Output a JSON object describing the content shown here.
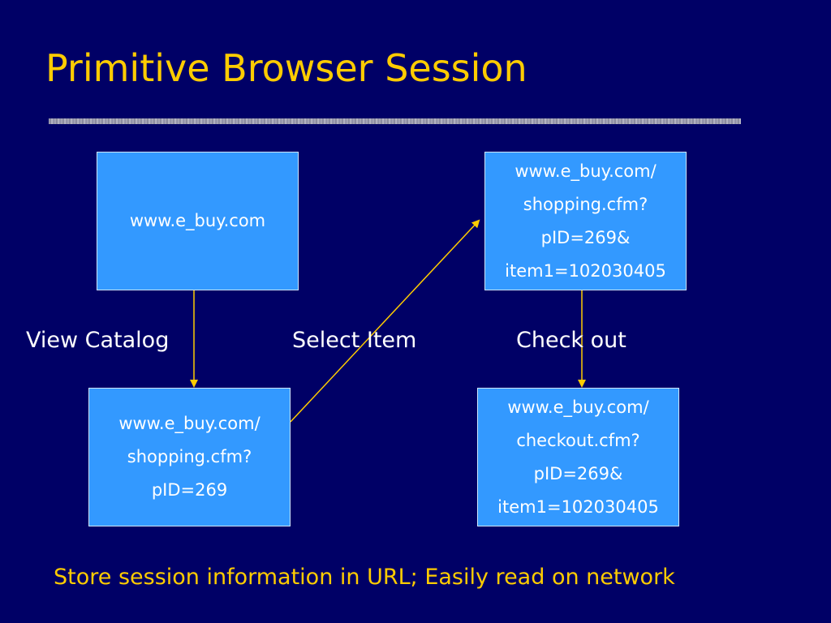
{
  "title": "Primitive Browser Session",
  "nodes": {
    "home": {
      "lines": [
        "www.e_buy.com"
      ]
    },
    "catalog": {
      "lines": [
        "www.e_buy.com/",
        "shopping.cfm?",
        "pID=269"
      ]
    },
    "item": {
      "lines": [
        "www.e_buy.com/",
        "shopping.cfm?",
        "pID=269&",
        "item1=102030405"
      ]
    },
    "checkout": {
      "lines": [
        "www.e_buy.com/",
        "checkout.cfm?",
        "pID=269&",
        "item1=102030405"
      ]
    }
  },
  "steps": {
    "view": "View Catalog",
    "select": "Select Item",
    "check": "Check out"
  },
  "footer": "Store session information in URL; Easily read on network",
  "colors": {
    "background": "#000066",
    "title": "#ffcc00",
    "node_fill": "#3399ff",
    "arrow": "#ffcc00"
  }
}
